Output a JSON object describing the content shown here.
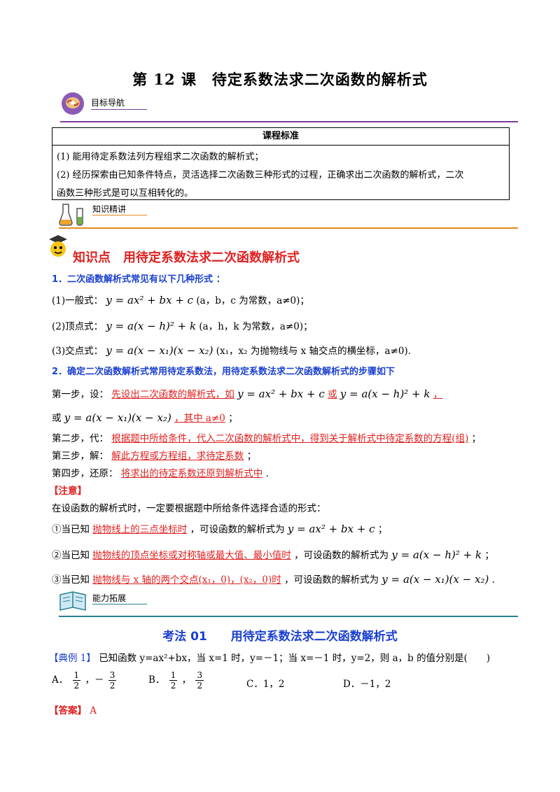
{
  "title": "第 12 课　待定系数法求二次函数的解析式",
  "sections": {
    "nav": "目标导航",
    "knowledge": "知识精讲",
    "ability": "能力拓展"
  },
  "standards": {
    "header": "课程标准",
    "items": [
      "(1) 能用待定系数法列方程组求二次函数的解析式；",
      "(2) 经历探索由已知条件特点，灵活选择二次函数三种形式的过程，正确求出二次函数的解析式，二次",
      "函数三种形式是可以互相转化的。"
    ]
  },
  "knowledge_point": {
    "title": "知识点　用待定系数法求二次函数解析式",
    "h1": "1．二次函数解析式常见有以下几种形式 ：",
    "general_label": "(1)一般式：",
    "general_formula": "y = ax² + bx + c",
    "general_note": "(a，b，c 为常数，a≠0)；",
    "vertex_label": "(2)顶点式：",
    "vertex_formula": "y = a(x − h)² + k",
    "vertex_note": "(a，h，k 为常数，a≠0)；",
    "intersect_label": "(3)交点式：",
    "intersect_formula": "y = a(x − x₁)(x − x₂)",
    "intersect_note": "(x₁，x₂ 为抛物线与 x 轴交点的横坐标，a≠0).",
    "h2": "2．确定二次函数解析式常用待定系数法，用待定系数法求二次函数解析式的步骤如下",
    "step1_prefix": "第一步，设：",
    "step1_red": "先设出二次函数的解析式，如",
    "step1_f1": "y = ax² + bx + c",
    "step1_or": "或",
    "step1_f2": "y = a(x − h)² + k",
    "step1_comma": "，",
    "step1b_or": "或",
    "step1b_f3": "y = a(x − x₁)(x − x₂)",
    "step1b_red": "，其中 a≠0",
    "step1b_end": "；",
    "step2_prefix": "第二步，代：",
    "step2_red": "根据题中所给条件，代入二次函数的解析式中，得到关于解析式中待定系数的方程(组)",
    "step2_end": "；",
    "step3_prefix": "第三步，解：",
    "step3_red": "解此方程或方程组，求待定系数",
    "step3_end": "；",
    "step4_prefix": "第四步，还原：",
    "step4_red": "将求出的待定系数还原到解析式中",
    "step4_end": ".",
    "note_title": "【注意】",
    "note_intro": "在设函数的解析式时，一定要根据题中所给条件选择合适的形式：",
    "note1_a": "①当已知",
    "note1_red": "抛物线上的三点坐标时",
    "note1_b": "，可设函数的解析式为",
    "note1_f": "y = ax² + bx + c",
    "note1_end": "；",
    "note2_a": "②当已知",
    "note2_red": "抛物线的顶点坐标或对称轴或最大值、最小值时",
    "note2_b": "，可设函数的解析式为",
    "note2_f": "y = a(x − h)² + k",
    "note2_end": "；",
    "note3_a": "③当已知",
    "note3_red": "抛物线与 x 轴的两个交点(x₁，0)，(x₂，0)时",
    "note3_b": "，可设函数的解析式为",
    "note3_f": "y = a(x − x₁)(x − x₂)",
    "note3_end": "."
  },
  "method": {
    "title": "考法 01　　用待定系数法求二次函数解析式",
    "example_tag": "【典例 1】",
    "example_text": "已知函数 y=ax²+bx，当 x=1 时，y=－1；当 x=－1 时，y=2，则 a，b 的值分别是(　　)",
    "optA_label": "A．",
    "optA_n1": "1",
    "optA_d1": "2",
    "optA_mid": "，－",
    "optA_n2": "3",
    "optA_d2": "2",
    "optB_label": "B．",
    "optB_n1": "1",
    "optB_d1": "2",
    "optB_mid": "，",
    "optB_n2": "3",
    "optB_d2": "2",
    "optC": "C．1，2",
    "optD": "D．－1，2",
    "answer_tag": "【答案】",
    "answer": "A"
  },
  "colors": {
    "purple": "#7b3f9e",
    "orange": "#e08a1e",
    "teal": "#2a7f8f",
    "red": "#e02020",
    "blue": "#1a3fd0"
  }
}
